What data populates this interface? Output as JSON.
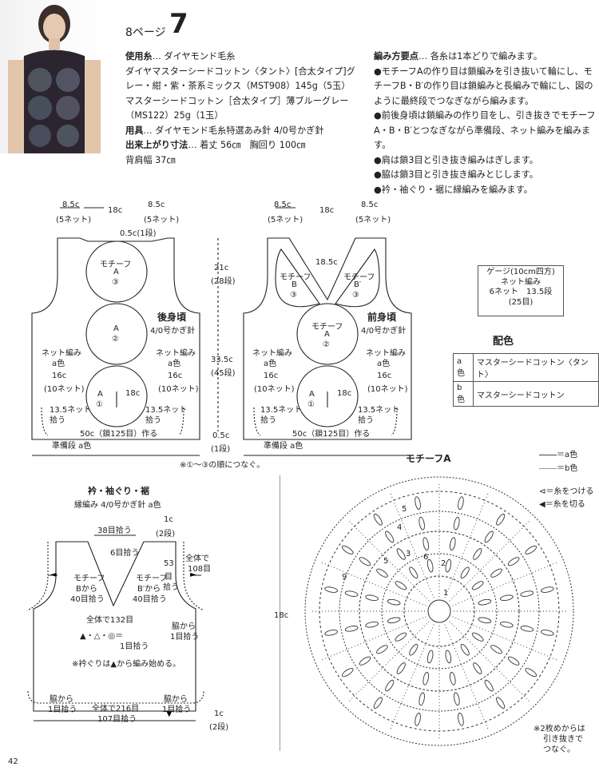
{
  "header": {
    "page_label": "8ページ",
    "number": "7"
  },
  "materials": [
    {
      "key": "使用糸",
      "text": "… ダイヤモンド毛糸"
    },
    {
      "key": "",
      "text": "ダイヤマスターシードコットン〈タント〉[合太タイプ]グレー・紺・紫・茶系ミックス（MST908）145g（5玉）"
    },
    {
      "key": "",
      "text": "マスターシードコットン［合太タイプ］薄ブルーグレー（MS122）25g（1玉）"
    },
    {
      "key": "用具",
      "text": "… ダイヤモンド毛糸特選あみ針 4/0号かぎ針"
    },
    {
      "key": "出来上がり寸法",
      "text": "… 着丈 56㎝　胸回り 100㎝"
    },
    {
      "key": "",
      "text": "背肩幅 37㎝"
    }
  ],
  "points": {
    "title": "編み方要点",
    "intro": "… 各糸は1本どりで編みます。",
    "items": [
      "●モチーフAの作り目は鎖編みを引き抜いて輪にし、モチーフB・B′の作り目は鎖編みと長編みで輪にし、図のように最終段でつなぎながら編みます。",
      "●前後身頃は鎖編みの作り目をし、引き抜きでモチーフA・B・B′とつなぎながら準備段、ネット編みを編みます。",
      "●肩は鎖3目と引き抜き編みはぎします。",
      "●脇は鎖3目と引き抜き編みとじします。",
      "●衿・袖ぐり・裾に縁編みを編みます。"
    ]
  },
  "back": {
    "top_8_5c": "8.5c",
    "top_5net": "(5ネット)",
    "top_18c": "18c",
    "neck_05": "0.5c(1段)",
    "motif_label": "モチーフ",
    "a": "A",
    "n3": "③",
    "n2": "②",
    "n1": "①",
    "title": "後身頃",
    "hook": "4/0号かぎ針",
    "net_label": "ネット編み",
    "acolor": "a色",
    "side16": "16c",
    "side10net": "(10ネット)",
    "c18": "18c",
    "n135": "13.5ネット",
    "pick": "拾う",
    "bottom": "50c（鎖125目）作る",
    "prep": "準備段 a色"
  },
  "front": {
    "title": "前身頃",
    "m_b": "B",
    "m_b2": "B′",
    "v185": "18.5c"
  },
  "center": {
    "c21": "21c",
    "r28": "(28段)",
    "c335": "33.5c",
    "r45": "(45段)",
    "c05": "0.5c",
    "r1": "(1段)"
  },
  "note_order": "※①～③の順につなぐ。",
  "gauge": {
    "l1": "ゲージ(10cm四方)",
    "l2": "ネット編み",
    "l3": "6ネット　13.5段",
    "l4": "(25目)"
  },
  "color": {
    "title": "配色",
    "rows": [
      {
        "k": "a色",
        "v": "マスターシードコットン〈タント〉"
      },
      {
        "k": "b色",
        "v": "マスターシードコットン"
      }
    ]
  },
  "edge": {
    "title": "衿・袖ぐり・裾",
    "sub": "縁編み 4/0号かぎ針 a色",
    "p38": "38目拾う",
    "p6": "6目拾う",
    "c1": "1c",
    "r2": "(2段)",
    "all108": "全体で",
    "n108": "108目",
    "p53": "53",
    "p53b": "目",
    "p53c": "拾う",
    "mb_l": "モチーフ",
    "mb_b": "Bから",
    "mb_40": "40目拾う",
    "mb_r": "モチーフ",
    "mb_b2": "B′から",
    "mb_40r": "40目拾う",
    "all132": "全体で132目",
    "sym": "▲・△・◎＝",
    "p1": "1目拾う",
    "side_from": "脇から",
    "side_1": "1目拾う",
    "note": "※衿ぐりは▲から編み始める。",
    "all216": "全体で216目",
    "n107": "107目拾う",
    "bc1": "1c",
    "br2": "(2段)"
  },
  "motifA": {
    "title": "モチーフA",
    "c18": "18c",
    "leg_a": "＝a色",
    "leg_b": "＝b色",
    "leg_join": "＝糸をつける",
    "leg_cut": "＝糸を切る",
    "rounds": [
      "1",
      "2",
      "3",
      "4",
      "5",
      "5",
      "6",
      "9"
    ],
    "note1": "※2枚めからは",
    "note2": "引き抜きで",
    "note3": "つなぐ。"
  },
  "page_number": "42"
}
